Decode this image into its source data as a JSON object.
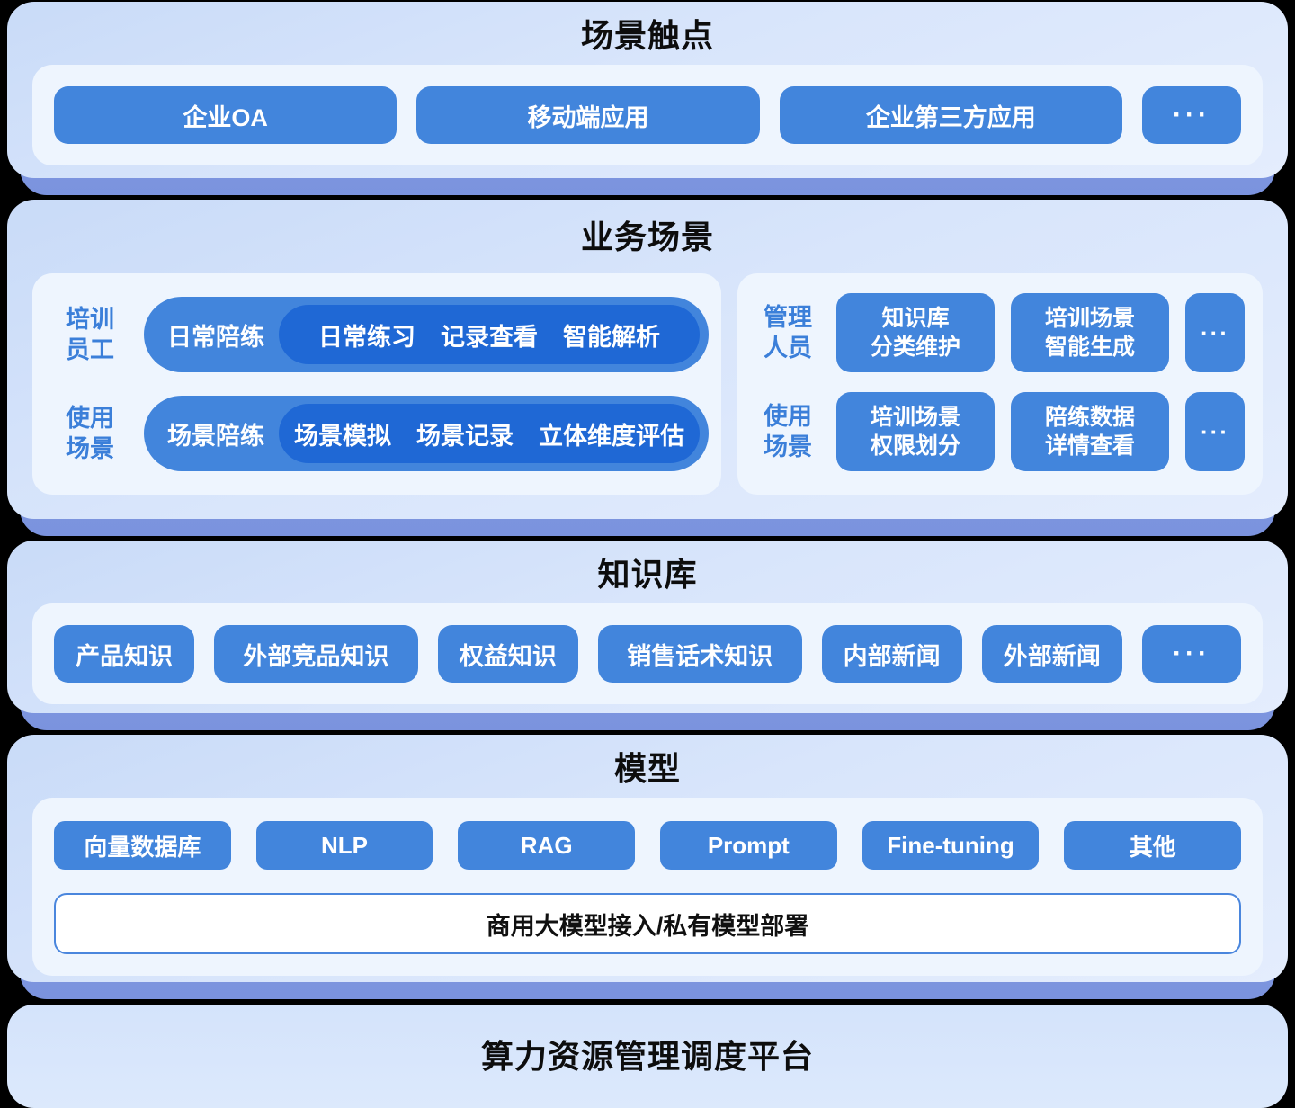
{
  "colors": {
    "page_bg": "#000000",
    "card_bg": "#d8e5fb",
    "underlay_blue": "#8099e2",
    "panel_bg": "#eef5fe",
    "chip_blue": "#4285dc",
    "pill_dark_blue": "#1f68d5",
    "label_blue": "#3b7fd9",
    "title_dark": "#0d0d0d",
    "bar_border_blue": "#4a86dd"
  },
  "sections": {
    "touchpoints": {
      "title": "场景触点",
      "items": [
        "企业OA",
        "移动端应用",
        "企业第三方应用"
      ],
      "more": "···"
    },
    "business": {
      "title": "业务场景",
      "left": {
        "rows": [
          {
            "label_line1": "培训",
            "label_line2": "员工",
            "pill_label": "日常陪练",
            "pill_items": [
              "日常练习",
              "记录查看",
              "智能解析"
            ]
          },
          {
            "label_line1": "使用",
            "label_line2": "场景",
            "pill_label": "场景陪练",
            "pill_items": [
              "场景模拟",
              "场景记录",
              "立体维度评估"
            ]
          }
        ]
      },
      "right": {
        "rows": [
          {
            "label_line1": "管理",
            "label_line2": "人员",
            "buttons": [
              [
                "知识库",
                "分类维护"
              ],
              [
                "培训场景",
                "智能生成"
              ]
            ],
            "more": "···"
          },
          {
            "label_line1": "使用",
            "label_line2": "场景",
            "buttons": [
              [
                "培训场景",
                "权限划分"
              ],
              [
                "陪练数据",
                "详情查看"
              ]
            ],
            "more": "···"
          }
        ]
      }
    },
    "knowledge": {
      "title": "知识库",
      "items": [
        "产品知识",
        "外部竞品知识",
        "权益知识",
        "销售话术知识",
        "内部新闻",
        "外部新闻"
      ],
      "more": "···"
    },
    "model": {
      "title": "模型",
      "items": [
        "向量数据库",
        "NLP",
        "RAG",
        "Prompt",
        "Fine-tuning",
        "其他"
      ],
      "bar": "商用大模型接入/私有模型部署"
    },
    "platform": {
      "title": "算力资源管理调度平台"
    }
  }
}
